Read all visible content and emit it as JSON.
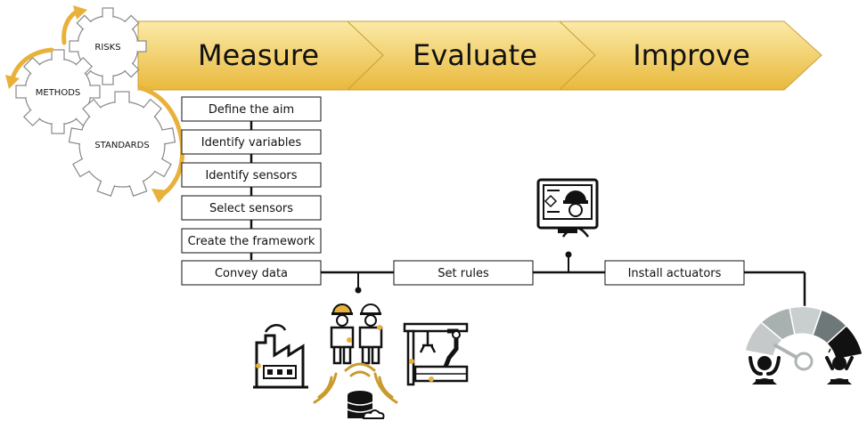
{
  "gears": {
    "risks": "RISKS",
    "methods": "METHODS",
    "standards": "STANDARDS"
  },
  "phases": [
    "Measure",
    "Evaluate",
    "Improve"
  ],
  "measure_steps": [
    "Define the aim",
    "Identify variables",
    "Identify sensors",
    "Select sensors",
    "Create the framework",
    "Convey data"
  ],
  "flow_steps": {
    "evaluate": "Set rules",
    "improve": "Install actuators"
  },
  "colors": {
    "gold": "#e8b13a",
    "gold_light": "#f8e4a0",
    "arrow_band_start": "#fbeaa8",
    "arrow_band_end": "#e9b93c",
    "gauge_1": "#c5c9c9",
    "gauge_2": "#a9b0b0",
    "gauge_3": "#c9cfcf",
    "gauge_4": "#6f7878",
    "gauge_5": "#111111"
  },
  "icons": [
    "factory-icon",
    "workers-icon",
    "wifi-signal-icon",
    "database-cloud-icon",
    "robot-arm-icon",
    "monitor-engineer-icon",
    "stress-gauge-icon",
    "stressed-person-icon",
    "relaxed-person-icon"
  ]
}
